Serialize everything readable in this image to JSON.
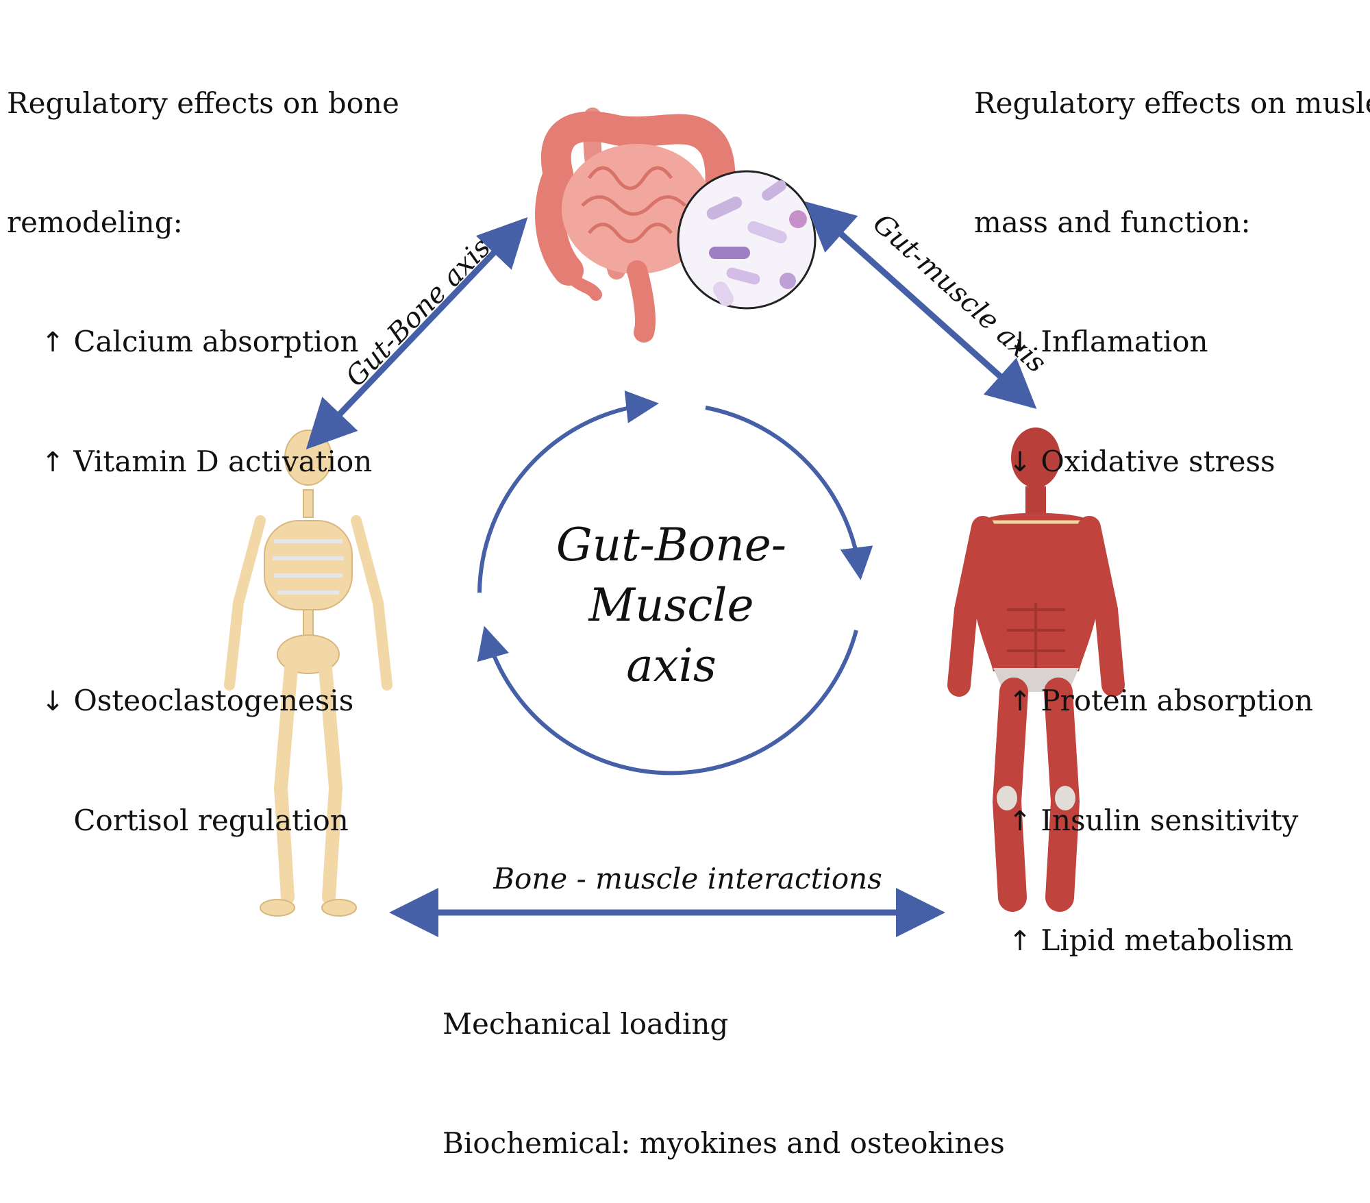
{
  "left_panel": {
    "heading_line1": "Regulatory effects on bone",
    "heading_line2": "remodeling:",
    "items": [
      {
        "arrow": "↑",
        "text": "Calcium absorption"
      },
      {
        "arrow": "↑",
        "text": "Vitamin D activation"
      },
      {
        "arrow": "↓",
        "text": "Osteoclastogenesis"
      },
      {
        "arrow": "",
        "text": "Cortisol regulation"
      }
    ]
  },
  "right_panel": {
    "heading_line1": "Regulatory effects on musle",
    "heading_line2": "mass and function:",
    "items": [
      {
        "arrow": "↓",
        "text": "Inflamation"
      },
      {
        "arrow": "↓",
        "text": "Oxidative stress"
      },
      {
        "arrow": "↑",
        "text": "Protein absorption"
      },
      {
        "arrow": "↑",
        "text": "Insulin sensitivity"
      },
      {
        "arrow": "↑",
        "text": "Lipid metabolism"
      }
    ]
  },
  "center": {
    "line1": "Gut-Bone-",
    "line2": "Muscle",
    "line3": "axis"
  },
  "axes": {
    "gut_bone": "Gut-Bone axis",
    "gut_muscle": "Gut-muscle axis",
    "bone_muscle": "Bone - muscle interactions"
  },
  "bottom_panel": {
    "line1": "Mechanical loading",
    "line2": "Biochemical: myokines and osteokines"
  },
  "colors": {
    "arrow_blue": "#4660a8",
    "bone": "#f2d8a6",
    "muscle": "#c0443d",
    "gut": "#ec9a90",
    "microbe_bg": "#f6f2fa"
  }
}
